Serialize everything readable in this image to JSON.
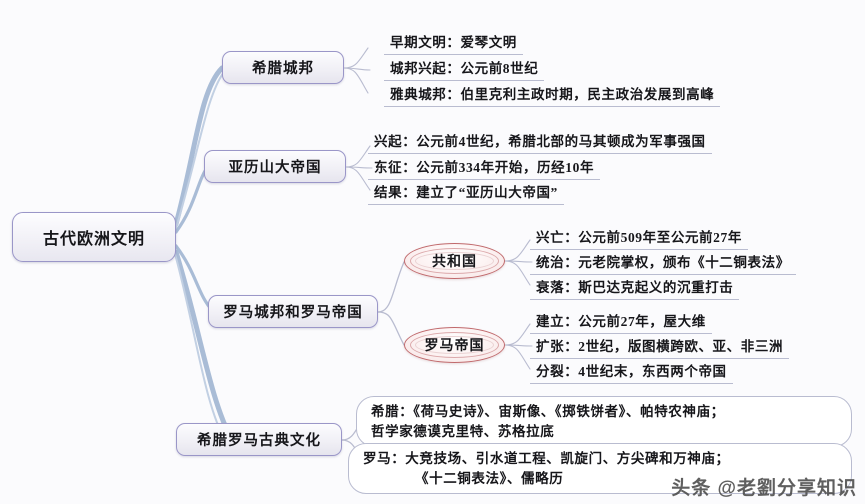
{
  "title": "古代欧洲文明",
  "root": {
    "label": "古代欧洲文明"
  },
  "branches": [
    {
      "label": "希腊城邦"
    },
    {
      "label": "亚历山大帝国"
    },
    {
      "label": "罗马城邦和罗马帝国"
    },
    {
      "label": "希腊罗马古典文化"
    }
  ],
  "greek_city_states": {
    "items": [
      "早期文明：爱琴文明",
      "城邦兴起：公元前8世纪",
      "雅典城邦：伯里克利主政时期，民主政治发展到高峰"
    ]
  },
  "alexander_empire": {
    "items": [
      "兴起：公元前4世纪，希腊北部的马其顿成为军事强国",
      "东征：公元前334年开始，历经10年",
      "结果：建立了“亚历山大帝国”"
    ]
  },
  "rome": {
    "republic": {
      "label": "共和国",
      "items": [
        "兴亡：公元前509年至公元前27年",
        "统治：元老院掌权，颁布《十二铜表法》",
        "衰落：斯巴达克起义的沉重打击"
      ]
    },
    "empire": {
      "label": "罗马帝国",
      "items": [
        "建立：公元前27年，屋大维",
        "扩张：2世纪，版图横跨欧、亚、非三洲",
        "分裂：4世纪末，东西两个帝国"
      ]
    }
  },
  "classical_culture": {
    "greek": {
      "line1": "希腊：《荷马史诗》、宙斯像、《掷铁饼者》、帕特农神庙；",
      "line2": "哲学家德谟克里特、苏格拉底"
    },
    "roman": {
      "line1": "罗马：大竞技场、引水道工程、凯旋门、方尖碑和万神庙；",
      "line2": "《十二铜表法》、儒略历"
    }
  },
  "watermark": "头条 @老劉分享知识",
  "colors": {
    "node_border": "#9a96c8",
    "oval_border": "#c0696c",
    "connector": "#9fb4cf",
    "leaf_underline": "#b9bcd0",
    "background": "#fbfbfd"
  }
}
